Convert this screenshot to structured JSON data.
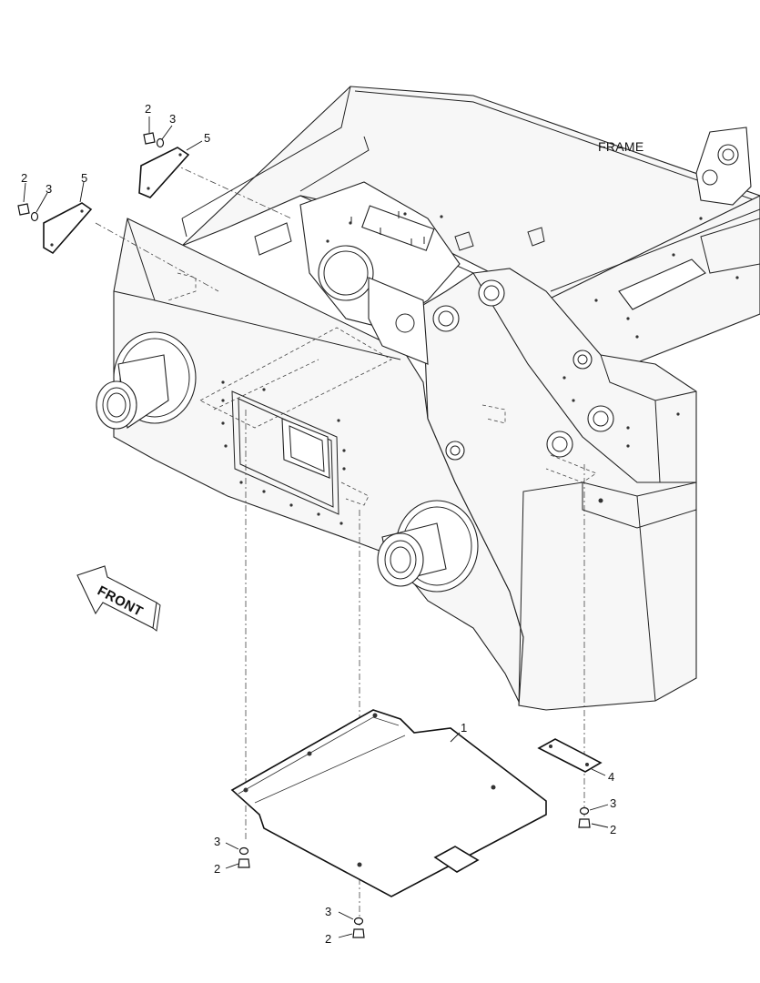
{
  "title": "FRAME",
  "direction_label": "FRONT",
  "callouts": {
    "c1": "1",
    "c2a": "2",
    "c3a": "3",
    "c5a": "5",
    "c2b": "2",
    "c3b": "3",
    "c5b": "5",
    "c4": "4",
    "c3c": "3",
    "c2c": "2",
    "c3d": "3",
    "c2d": "2",
    "c3e": "3",
    "c2e": "2"
  },
  "colors": {
    "line": "#222222",
    "background": "#ffffff",
    "panel": "#f7f7f7"
  }
}
